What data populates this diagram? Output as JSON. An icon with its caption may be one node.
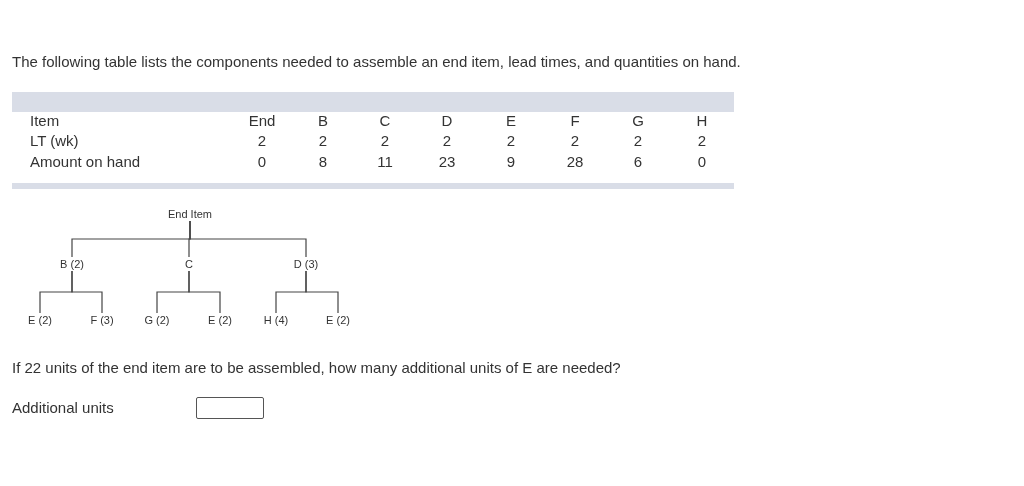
{
  "diagram": {
    "nodes": [
      {
        "text": [
          "End Item"
        ]
      },
      {
        "text": [
          "B (2)"
        ]
      },
      {
        "text": [
          "C"
        ]
      },
      {
        "text": [
          "D (3)"
        ]
      },
      {
        "text": [
          "E (2)"
        ]
      },
      {
        "text": [
          "F (3)"
        ]
      },
      {
        "text": [
          "G (2)"
        ]
      },
      {
        "text": [
          "E (2)"
        ]
      },
      {
        "text": [
          "H (4)"
        ]
      },
      {
        "text": [
          "E (2)"
        ]
      }
    ],
    "edges": [
      {
        "from": 0,
        "to": 1,
        "arrow": "none"
      },
      {
        "from": 0,
        "to": 2,
        "arrow": "none"
      },
      {
        "from": 0,
        "to": 3,
        "arrow": "none"
      },
      {
        "from": 1,
        "to": 4,
        "arrow": "none"
      },
      {
        "from": 1,
        "to": 5,
        "arrow": "none"
      },
      {
        "from": 2,
        "to": 6,
        "arrow": "none"
      },
      {
        "from": 2,
        "to": 7,
        "arrow": "none"
      },
      {
        "from": 3,
        "to": 8,
        "arrow": "none"
      },
      {
        "from": 3,
        "to": 9,
        "arrow": "none"
      }
    ],
    "labels": [
      "The following table lists the components needed to assemble an end item, lead times, and quantities on hand.",
      "Item",
      "End",
      "B",
      "C",
      "D",
      "E",
      "F",
      "G",
      "H",
      "LT (wk)",
      "2",
      "2",
      "2",
      "2",
      "2",
      "2",
      "2",
      "2",
      "Amount on hand",
      "0",
      "8",
      "11",
      "23",
      "9",
      "28",
      "6",
      "0",
      "If 22 units of the end item are to be assembled, how many additional units of E are needed?",
      "Additional units"
    ]
  }
}
